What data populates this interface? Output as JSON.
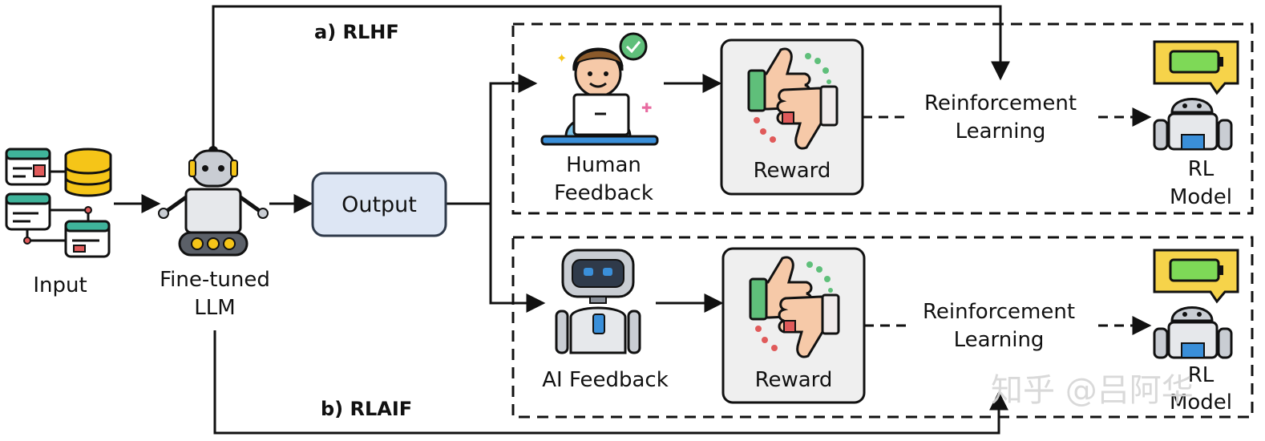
{
  "title_a": "a) RLHF",
  "title_b": "b) RLAIF",
  "nodes": {
    "input": "Input",
    "llm_line1": "Fine-tuned",
    "llm_line2": "LLM",
    "output": "Output",
    "human_line1": "Human",
    "human_line2": "Feedback",
    "ai_feedback": "AI Feedback",
    "reward_top": "Reward",
    "reward_bottom": "Reward",
    "rl_top_line1": "Reinforcement",
    "rl_top_line2": "Learning",
    "rl_bottom_line1": "Reinforcement",
    "rl_bottom_line2": "Learning",
    "model_top_line1": "RL",
    "model_top_line2": "Model",
    "model_bottom_line1": "RL",
    "model_bottom_line2": "Model"
  },
  "watermark": "知乎 @吕阿华",
  "colors": {
    "line": "#111111",
    "output_fill": "#dde6f4",
    "output_stroke": "#2f3a4a",
    "reward_fill": "#efefef",
    "thumb_green": "#5fbf7a",
    "thumb_red": "#e05a5a",
    "skin": "#f6c9a8",
    "robot_gray": "#c9cdd3",
    "robot_blue": "#3a8fd9",
    "db_yellow": "#f5c518",
    "bubble_yellow": "#f6d34a",
    "battery_green": "#7ed957"
  },
  "icons": {
    "input": "server-database-icon",
    "llm": "robot-icon",
    "human": "person-laptop-icon",
    "ai": "ai-robot-icon",
    "reward": "thumbs-up-down-icon",
    "model": "robot-battery-icon"
  }
}
